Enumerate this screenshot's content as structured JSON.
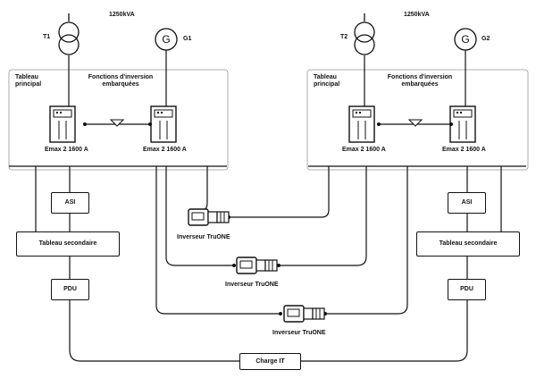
{
  "sources": {
    "left_power": "1250kVA",
    "right_power": "1250kVA",
    "transformers": [
      "T1",
      "T2"
    ],
    "generators": [
      "G1",
      "G2"
    ]
  },
  "panels": [
    {
      "title": "Tableau principal",
      "inversion_label": "Fonctions d'inversion embarquées",
      "breaker_a": "Emax 2 1600 A",
      "breaker_b": "Emax 2 1600 A"
    },
    {
      "title": "Tableau principal",
      "inversion_label": "Fonctions d'inversion embarquées",
      "breaker_a": "Emax 2 1600 A",
      "breaker_b": "Emax 2 1600 A"
    }
  ],
  "left_chain": {
    "ups": "ASI",
    "secondary": "Tableau secondaire",
    "pdu": "PDU"
  },
  "right_chain": {
    "ups": "ASI",
    "secondary": "Tableau secondaire",
    "pdu": "PDU"
  },
  "transfer_switches": [
    "Inverseur TruONE",
    "Inverseur TruONE",
    "Inverseur TruONE"
  ],
  "load": "Charge IT"
}
